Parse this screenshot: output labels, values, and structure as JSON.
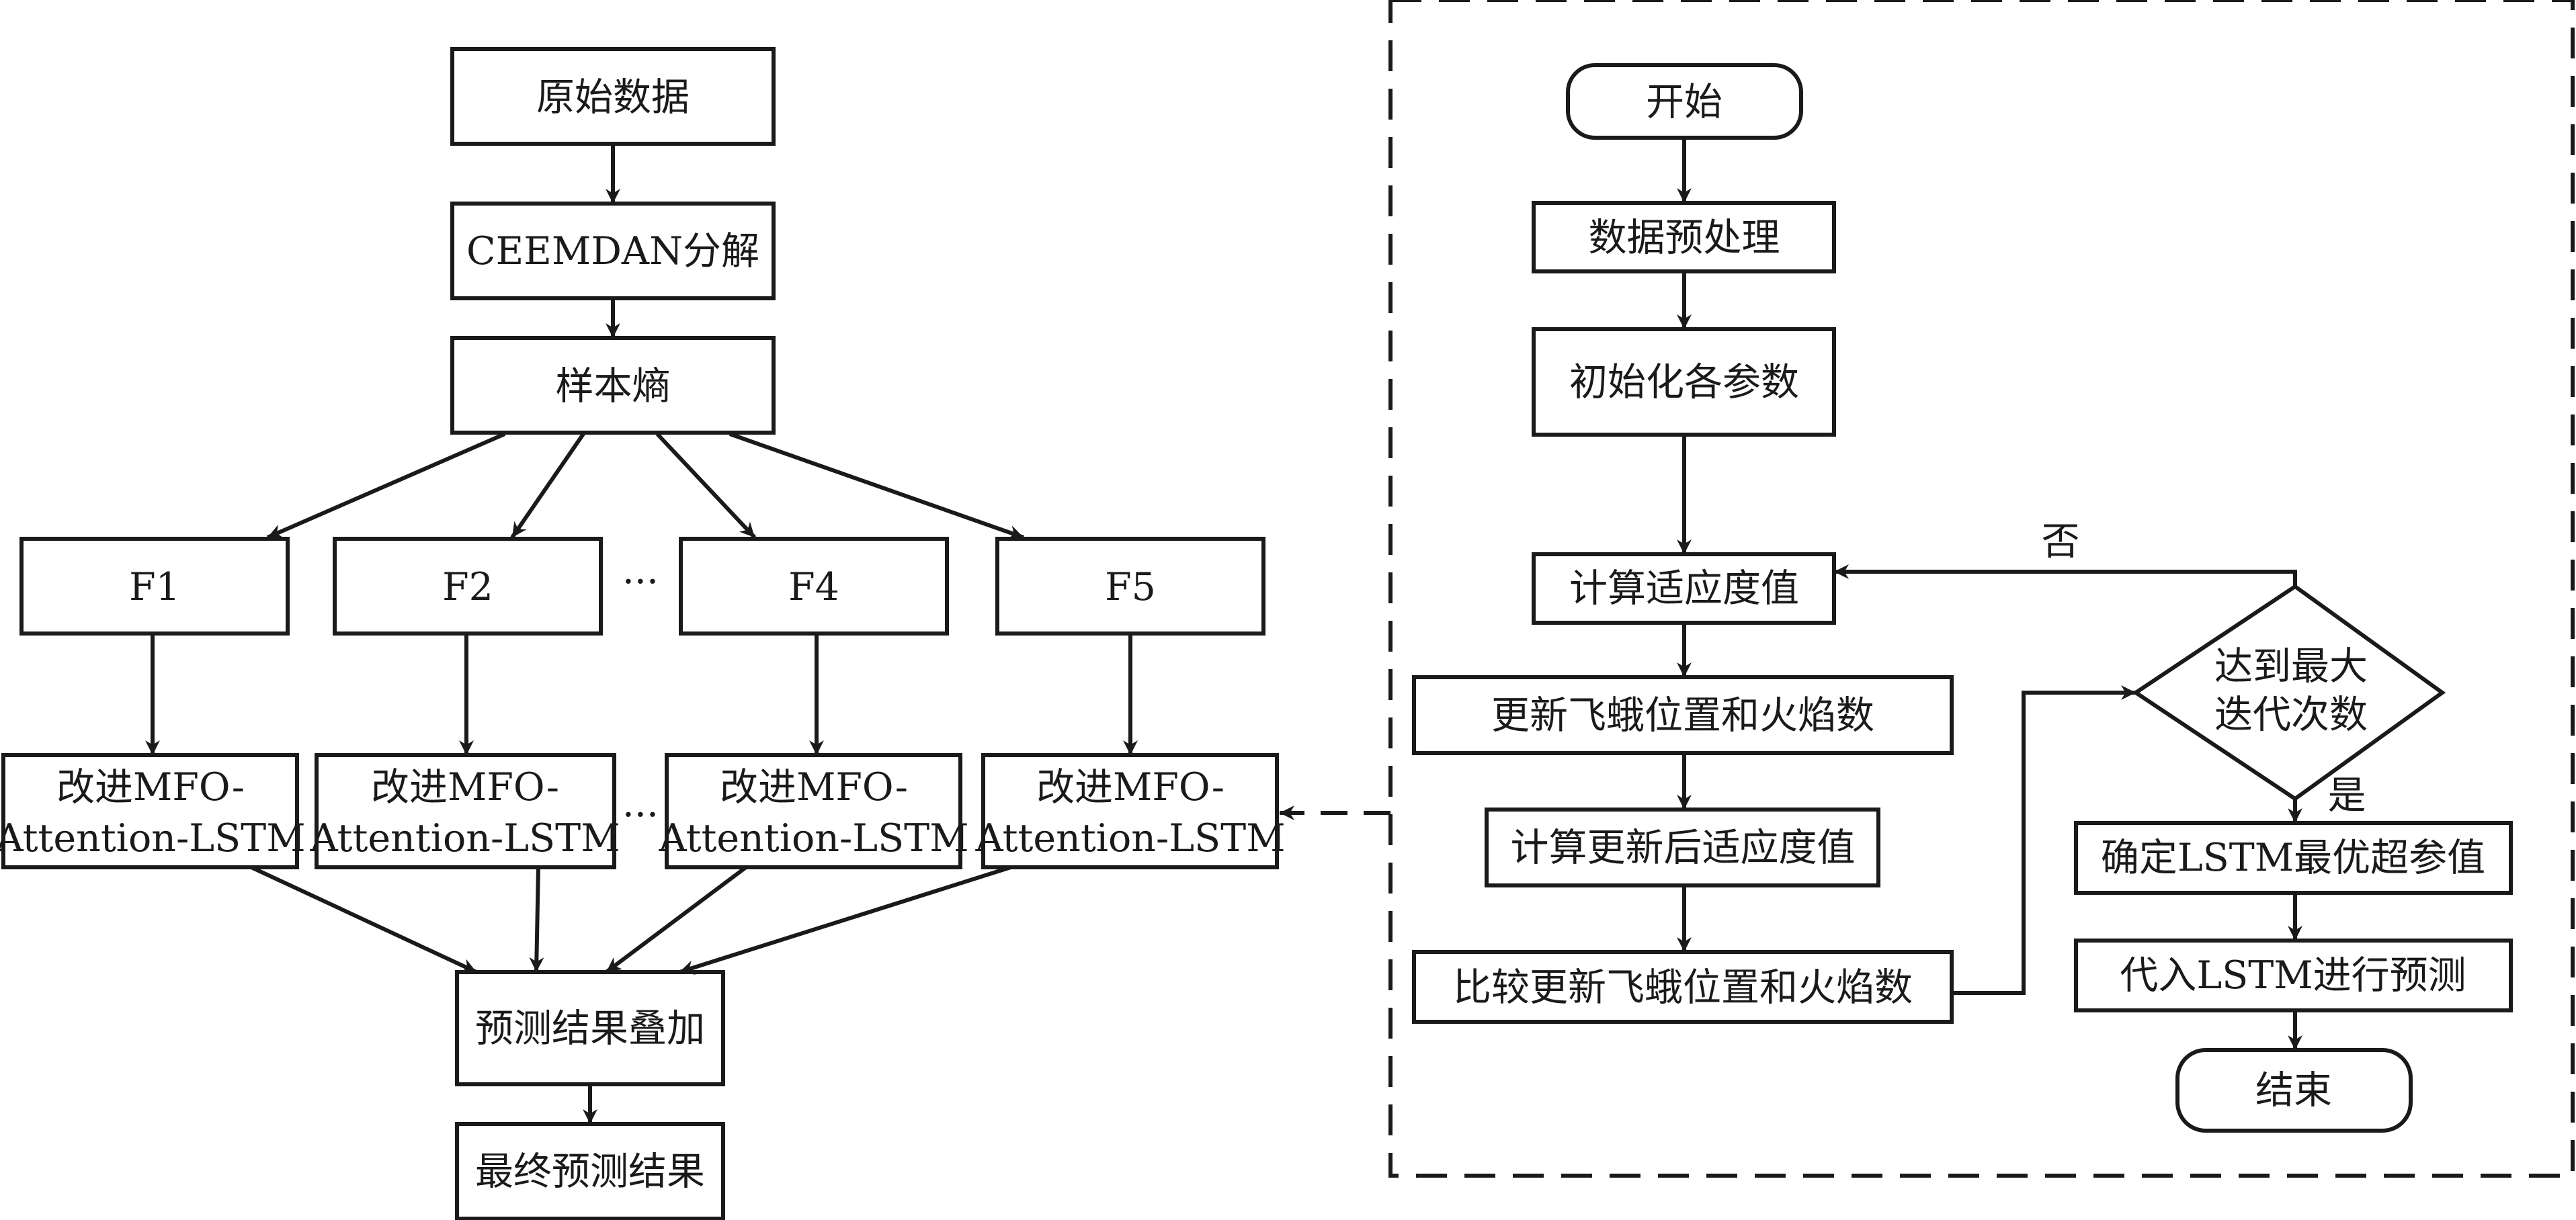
{
  "left_flow": {
    "raw_data": "原始数据",
    "decomposition": "CEEMDAN分解",
    "sample_entropy": "样本熵",
    "components": [
      "F1",
      "F2",
      "F4",
      "F5"
    ],
    "ellipsis": "···",
    "model_line1": "改进MFO-",
    "model_line2": "Attention-LSTM",
    "superposition": "预测结果叠加",
    "final_result": "最终预测结果"
  },
  "right_flow": {
    "start": "开始",
    "preprocess": "数据预处理",
    "init_params": "初始化各参数",
    "compute_fitness": "计算适应度值",
    "update_positions": "更新飞蛾位置和火焰数",
    "compute_updated_fitness": "计算更新后适应度值",
    "compare_update": "比较更新飞蛾位置和火焰数",
    "decision_line1": "达到最大",
    "decision_line2": "迭代次数",
    "label_no": "否",
    "label_yes": "是",
    "determine_hyperparams": "确定LSTM最优超参值",
    "predict_lstm": "代入LSTM进行预测",
    "end": "结束"
  },
  "colors": {
    "stroke": "#1a1a1a",
    "background": "#ffffff"
  }
}
